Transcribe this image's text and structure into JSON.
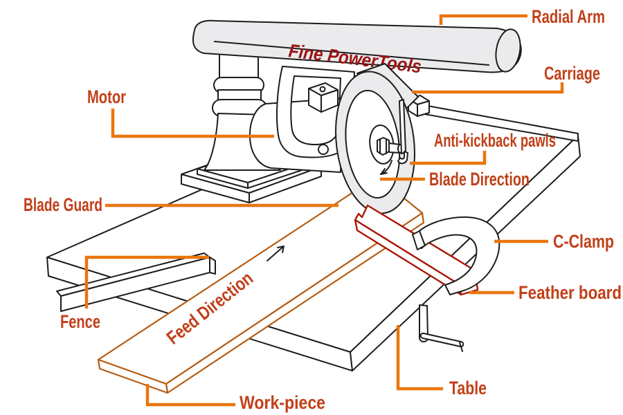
{
  "diagram": {
    "brand": "Fine PowerTools",
    "labels": {
      "radial_arm": "Radial Arm",
      "carriage": "Carriage",
      "motor": "Motor",
      "anti_kickback_pawls": "Anti-kickback pawls",
      "blade_direction": "Blade Direction",
      "blade_guard": "Blade Guard",
      "c_clamp": "C-Clamp",
      "feather_board": "Feather board",
      "fence": "Fence",
      "feed_direction": "Feed Direction",
      "work_piece": "Work-piece",
      "table": "Table"
    },
    "colors": {
      "label_text": "#c13f18",
      "leader_line": "#ea750e",
      "brand_text": "#9a1414",
      "featherboard_outline": "#ab1606",
      "workpiece_outline": "#b65c13",
      "machine_outline": "#1c1c1c",
      "machine_fill_gray": "#ebebed"
    }
  }
}
